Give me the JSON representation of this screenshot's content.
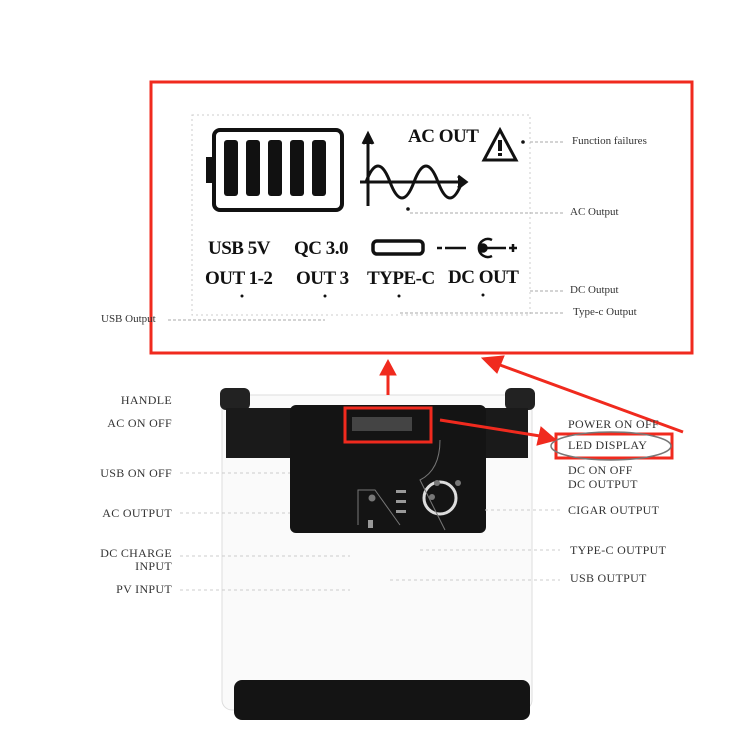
{
  "zoom_panel": {
    "ac_out": "AC OUT",
    "usb_5v": "USB 5V",
    "out_1_2": "OUT 1-2",
    "qc_30": "QC 3.0",
    "out_3": "OUT 3",
    "type_c": "TYPE-C",
    "dc_out": "DC OUT",
    "callouts": {
      "function_failures": "Function failures",
      "ac_output": "AC Output",
      "dc_output": "DC Output",
      "type_c_output": "Type-c Output",
      "usb_output": "USB Output"
    }
  },
  "device_labels_left": {
    "handle": "HANDLE",
    "ac_on_off": "AC ON OFF",
    "usb_on_off": "USB ON OFF",
    "ac_output": "AC OUTPUT",
    "dc_charge": "DC CHARGE",
    "input": "INPUT",
    "pv_input": "PV INPUT"
  },
  "device_labels_right": {
    "power_on_off": "POWER ON OFF",
    "led_display": "LED DISPLAY",
    "dc_on_off": "DC ON OFF",
    "dc_output": "DC OUTPUT",
    "cigar_output": "CIGAR OUTPUT",
    "type_c_output": "TYPE-C OUTPUT",
    "usb_output": "USB OUTPUT"
  },
  "colors": {
    "highlight": "#f02a1e",
    "ink": "#111111"
  }
}
